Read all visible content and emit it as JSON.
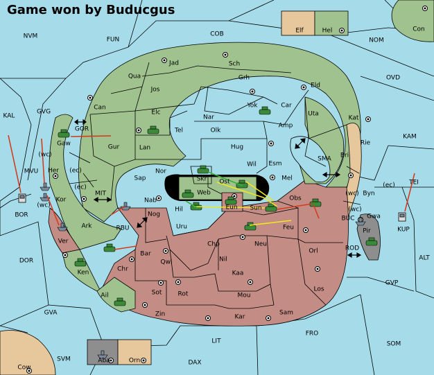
{
  "title": "Game won by Buducgus",
  "colors": {
    "sea": "#a6dcea",
    "green_power": "#9fc28e",
    "red_power": "#c38c84",
    "tan_power": "#e7c89c",
    "gray_power": "#8e8e8e",
    "order_move_red": "#d23c1e",
    "order_support_yellow": "#f0e620",
    "order_move_green": "#38b038"
  },
  "legend_top": [
    "Elf",
    "Hel"
  ],
  "legend_bottom": [
    "Aba",
    "Orn"
  ],
  "labels": {
    "NVM": "NVM",
    "FUN": "FUN",
    "COB": "COB",
    "NOM": "NOM",
    "Con": "Con",
    "KAL": "KAL",
    "GVG": "GVG",
    "OVD": "OVD",
    "KAM": "KAM",
    "MVU": "MVU",
    "BOR": "BOR",
    "DOR": "DOR",
    "GVA": "GVA",
    "SVM": "SVM",
    "Cow": "Cow",
    "LIT": "LIT",
    "DAX": "DAX",
    "FRO": "FRO",
    "SOM": "SOM",
    "GVP": "GVP",
    "ALT": "ALT",
    "TEI": "TEI",
    "KUP": "KUP",
    "BUC": "BUC",
    "ROD": "ROD",
    "SMA": "SMA",
    "MIT": "MIT",
    "RBU": "RBU",
    "GOR": "GOR",
    "Jad": "Jad",
    "Sch": "Sch",
    "Qua": "Qua",
    "Grh": "Grh",
    "Jos": "Jos",
    "Eld": "Eld",
    "Can": "Can",
    "Yok": "Yok",
    "Car": "Car",
    "Uta": "Uta",
    "Elc": "Elc",
    "Nar": "Nar",
    "Kat": "Kat",
    "Tel": "Tel",
    "Olk": "Olk",
    "Amp": "Amp",
    "Gur": "Gur",
    "Lan": "Lan",
    "Hug": "Hug",
    "Rie": "Rie",
    "Bri": "Bri",
    "Gaw": "Gaw",
    "Nor": "Nor",
    "Wil": "Wil",
    "Esm": "Esm",
    "Her": "Her",
    "Sap": "Sap",
    "Skr": "Skr",
    "Ost": "Ost",
    "Mel": "Mel",
    "Kor": "Kor",
    "Web": "Web",
    "Byn": "Byn",
    "Nab": "Nab",
    "Eun": "Eun",
    "Obs": "Obs",
    "Hil": "Hil",
    "Sun": "Sun",
    "Gwa": "Gwa",
    "Ark": "Ark",
    "Nog": "Nog",
    "Uru": "Uru",
    "Feu": "Feu",
    "Pir": "Pir",
    "Ver": "Ver",
    "Chp": "Chp",
    "Neu": "Neu",
    "Orl": "Orl",
    "Bar": "Bar",
    "Qwi": "Qwi",
    "Nil": "Nil",
    "Ken": "Ken",
    "Chr": "Chr",
    "Kaa": "Kaa",
    "Los": "Los",
    "Sot": "Sot",
    "Rot": "Rot",
    "Mou": "Mou",
    "Ail": "Ail",
    "Zin": "Zin",
    "Kar": "Kar",
    "Sam": "Sam"
  },
  "coast_tags": {
    "wc1": "(wc)",
    "ec1": "(ec)",
    "ec2": "(ec)",
    "wc2": "(wc)",
    "wc3": "(wc)",
    "ec3": "(ec)",
    "wc4": "(wc)"
  }
}
